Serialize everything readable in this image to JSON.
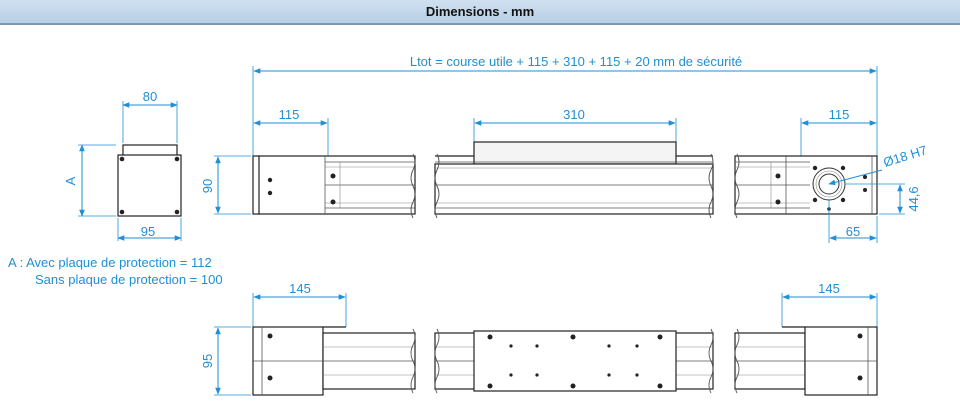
{
  "header": {
    "title": "Dimensions - mm"
  },
  "dimensions": {
    "ltot": "Ltot = course utile + 115 + 310 + 115 + 20 mm de sécurité",
    "d115_left": "115",
    "d310": "310",
    "d115_right": "115",
    "d80": "80",
    "dA": "A",
    "d95_end": "95",
    "d90": "90",
    "bore": "Ø18 H7",
    "d44_6": "44,6",
    "d65": "65",
    "d145_left": "145",
    "d145_right": "145",
    "d95_side": "95"
  },
  "notes": {
    "line1": "A :  Avec plaque de protection = 112",
    "line2": "Sans plaque de protection = 100"
  },
  "colors": {
    "dimension": "#1f8fd6",
    "header_bg": "#c4d8ec",
    "outline": "#222222"
  }
}
